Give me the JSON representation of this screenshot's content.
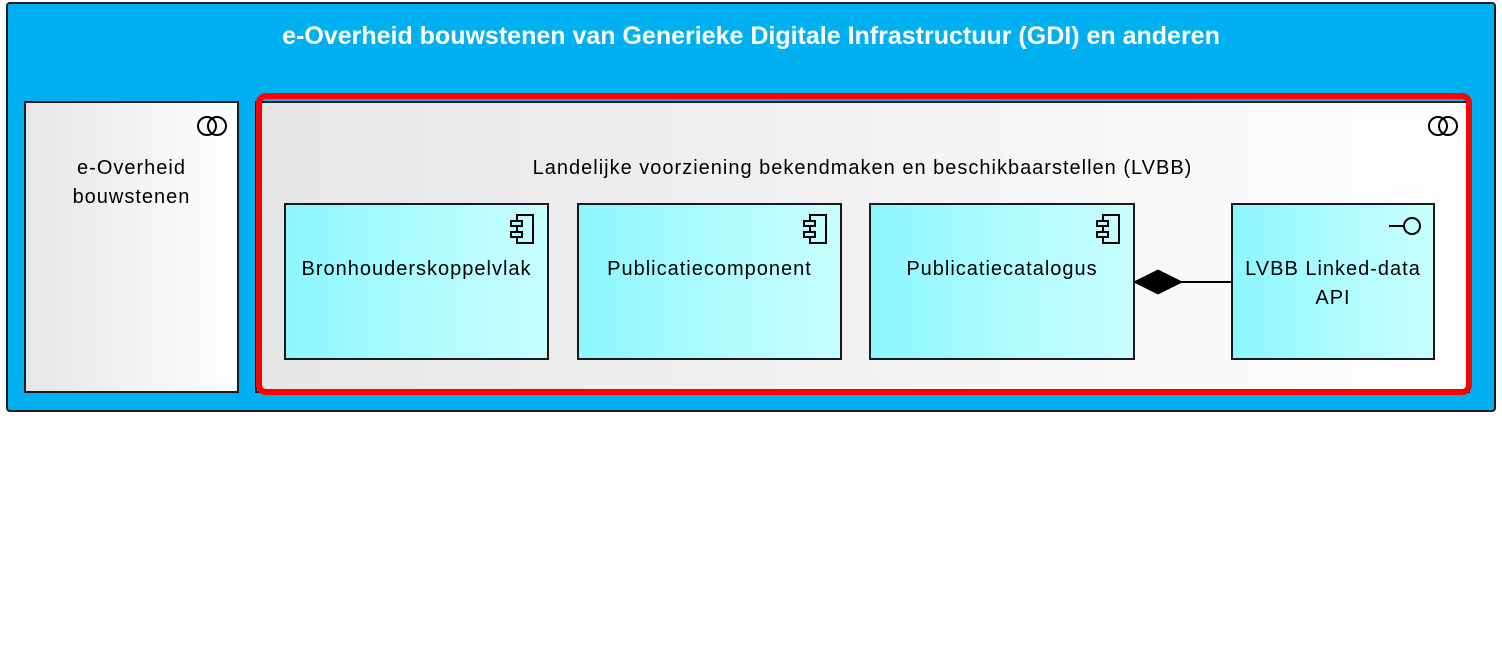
{
  "diagram": {
    "title": "e-Overheid bouwstenen van Generieke Digitale Infrastructuur (GDI) en anderen",
    "groups": [
      {
        "label_lines": [
          "e-Overheid",
          "bouwstenen"
        ],
        "icon": "grouping-icon"
      },
      {
        "label": "Landelijke voorziening bekendmaken en beschikbaarstellen (LVBB)",
        "icon": "grouping-icon",
        "highlighted": true
      }
    ],
    "components": [
      {
        "label": "Bronhouderskoppelvlak",
        "type": "application-component",
        "icon": "component-icon"
      },
      {
        "label": "Publicatiecomponent",
        "type": "application-component",
        "icon": "component-icon"
      },
      {
        "label": "Publicatiecatalogus",
        "type": "application-component",
        "icon": "component-icon"
      },
      {
        "label_lines": [
          "LVBB Linked-data",
          "API"
        ],
        "type": "application-interface",
        "icon": "interface-icon"
      }
    ],
    "relations": [
      {
        "from": "Publicatiecatalogus",
        "to": "LVBB Linked-data API",
        "type": "composition"
      }
    ],
    "colors": {
      "outer_fill": "#00b0f0",
      "component_fill": "#b3fcff",
      "highlight_border": "#ff0000",
      "group_fill": "#f2f2f2"
    }
  }
}
